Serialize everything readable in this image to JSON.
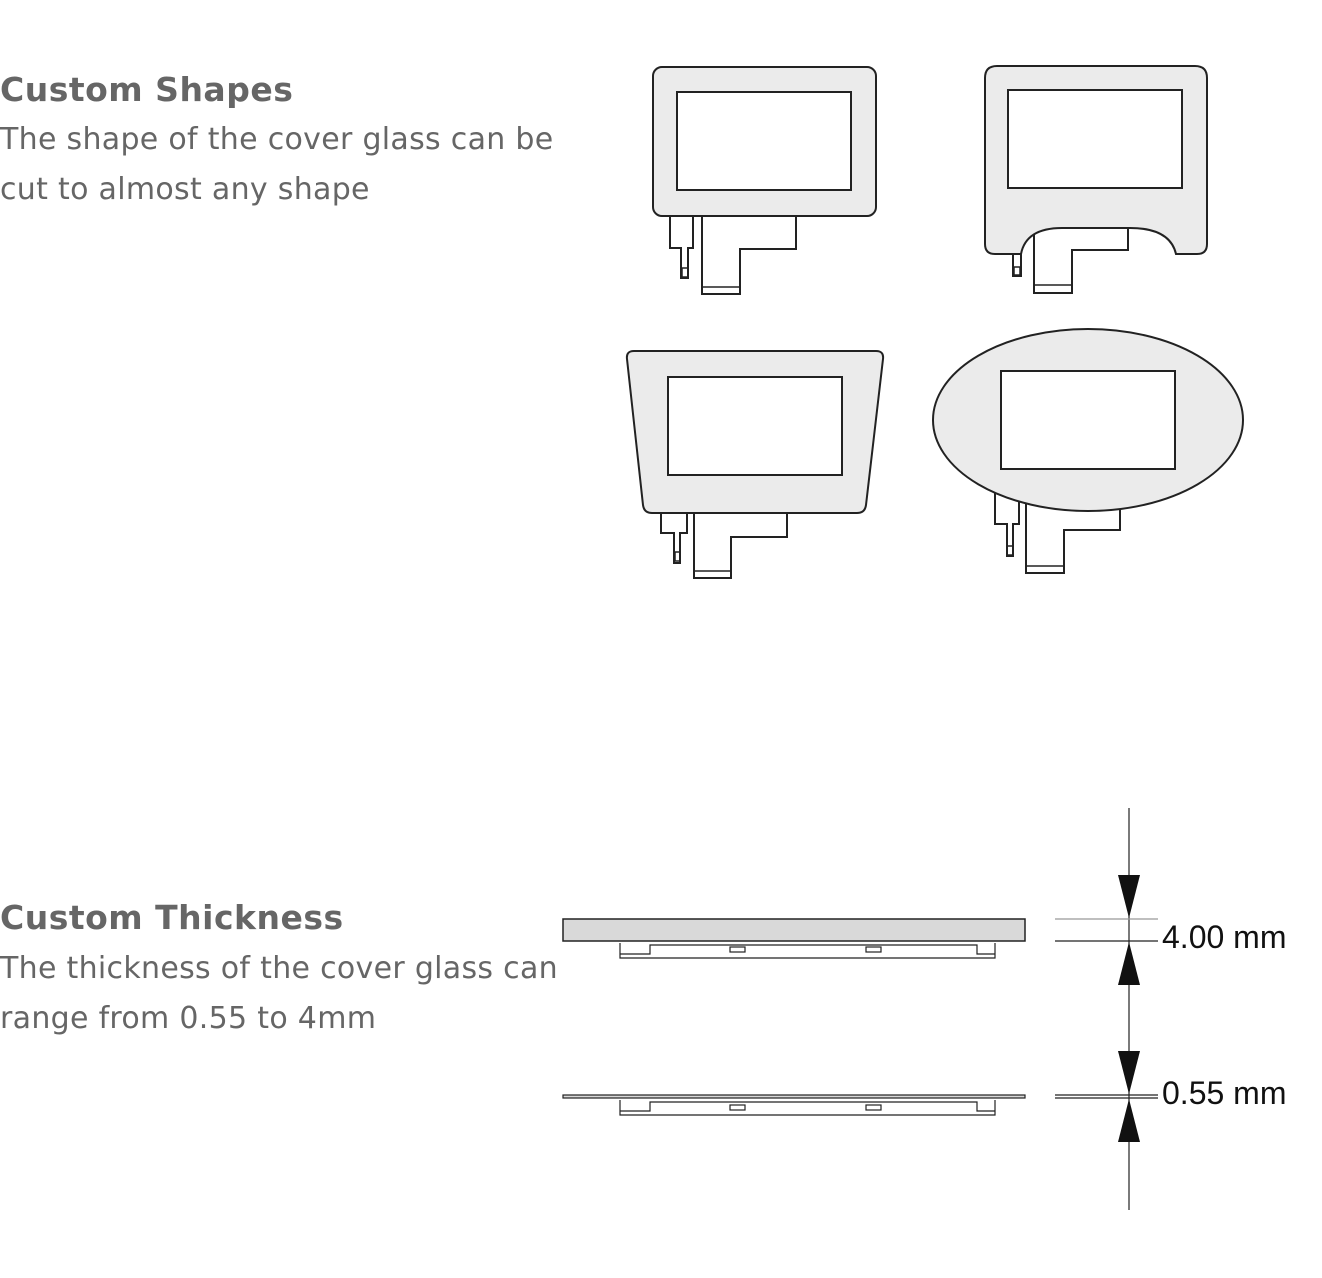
{
  "shapes_section": {
    "heading": "Custom Shapes",
    "description_lines": [
      "The shape of the cover glass can be",
      "cut to almost any shape"
    ]
  },
  "thickness_section": {
    "heading": "Custom Thickness",
    "description_lines": [
      "The thickness of the cover glass can",
      "range from 0.55 to 4mm"
    ],
    "max_label": "4.00 mm",
    "min_label": "0.55 mm"
  },
  "colors": {
    "glass_fill": "#ebebeb",
    "stroke": "#222222",
    "text": "#666666"
  }
}
